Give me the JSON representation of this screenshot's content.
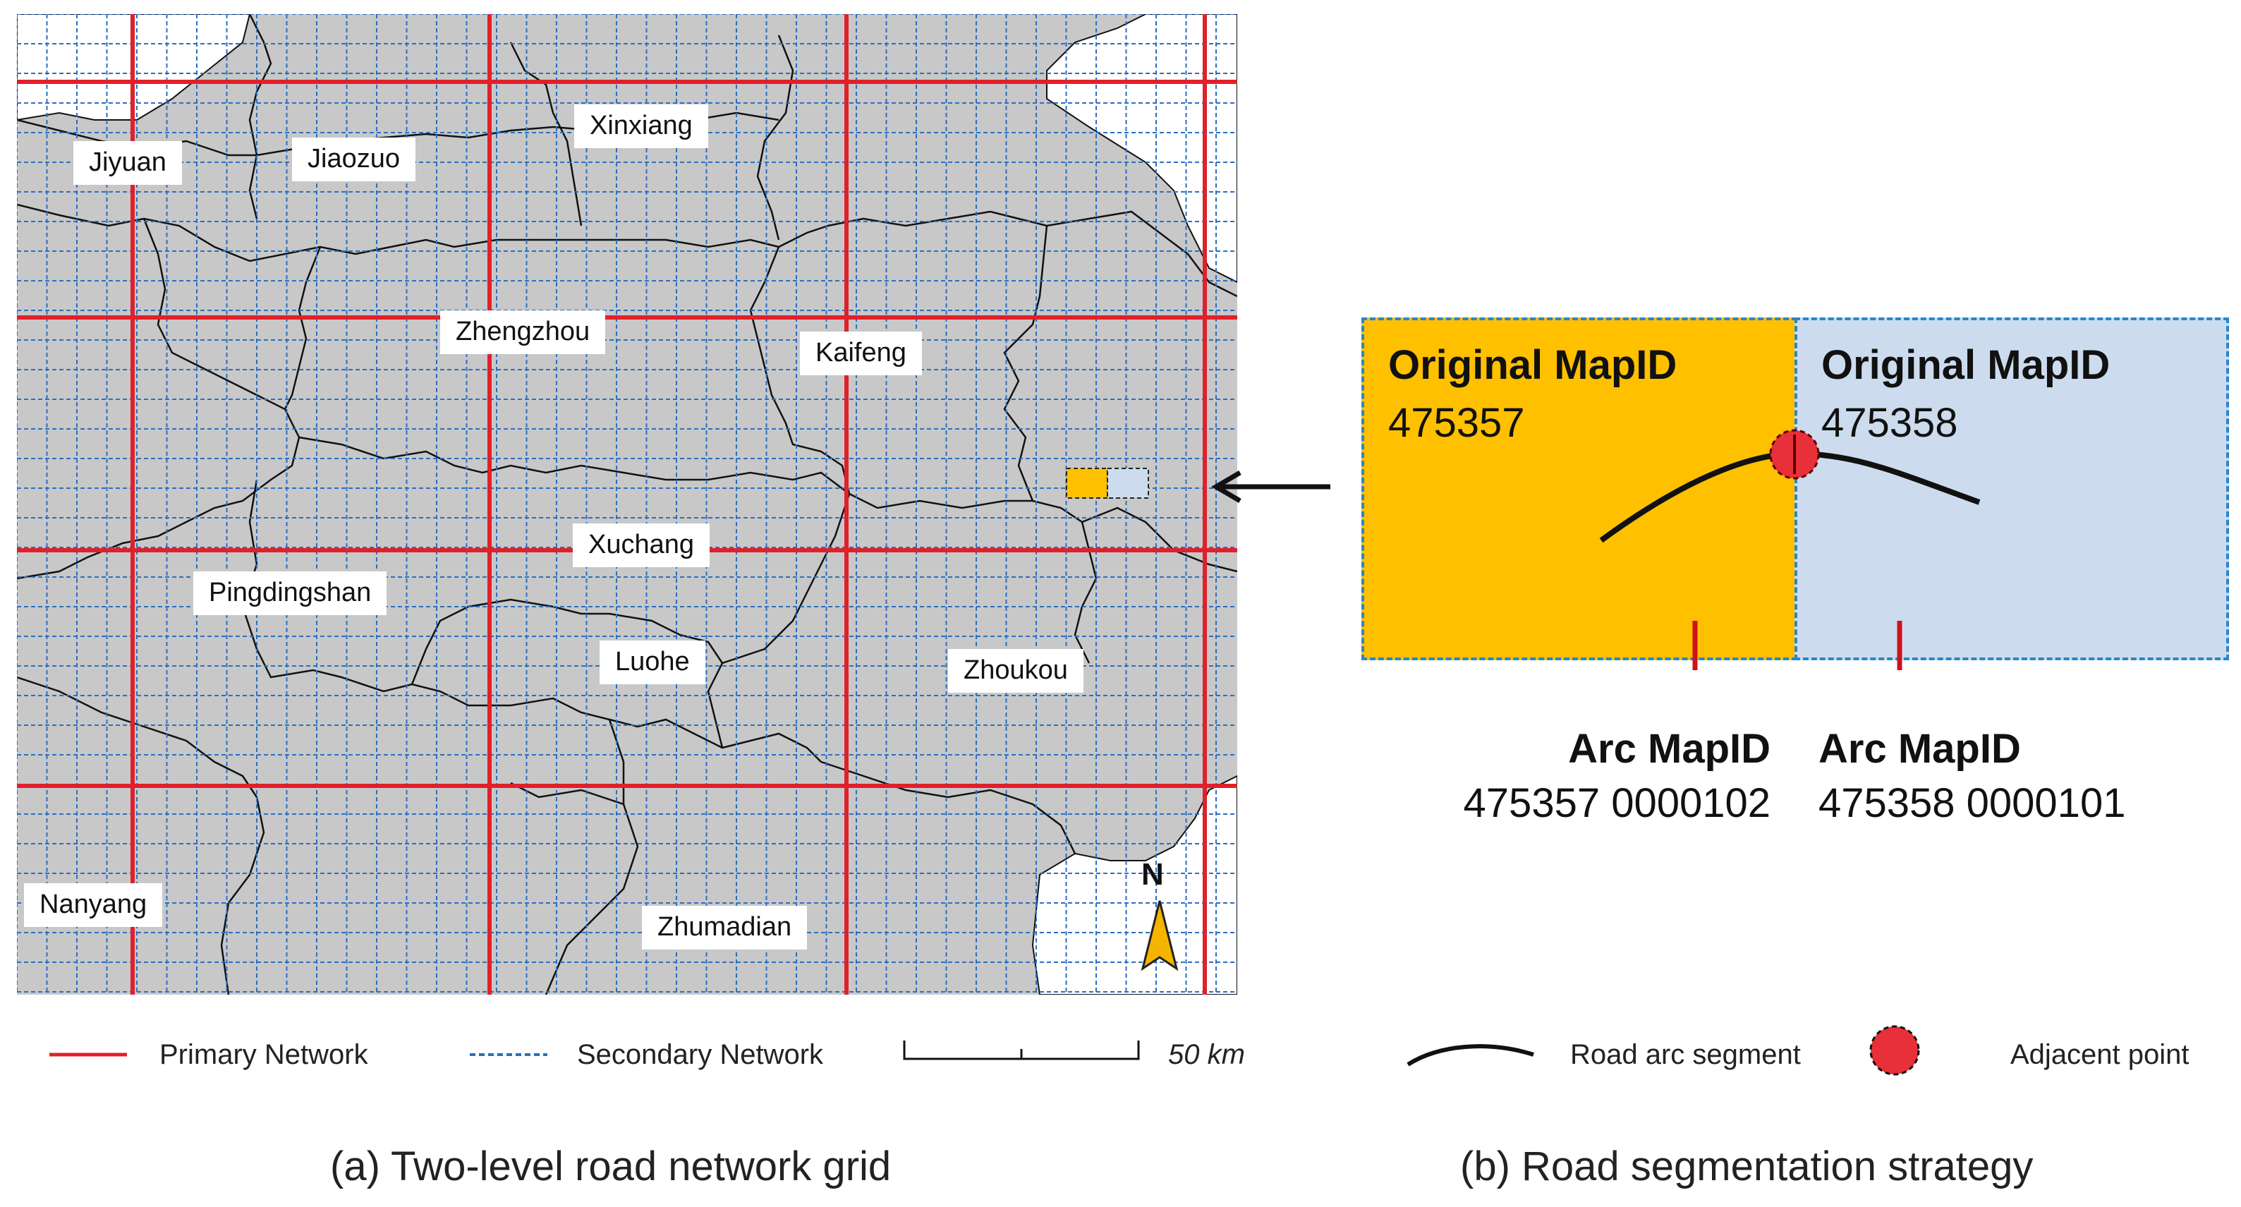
{
  "map": {
    "cities": [
      "Jiyuan",
      "Jiaozuo",
      "Xinxiang",
      "Zhengzhou",
      "Kaifeng",
      "Xuchang",
      "Pingdingshan",
      "Luohe",
      "Zhoukou",
      "Nanyang",
      "Zhumadian"
    ],
    "north_label": "N"
  },
  "strategy": {
    "left_cell": {
      "title": "Original MapID",
      "id": "475357",
      "color": "#ffc000"
    },
    "right_cell": {
      "title": "Original MapID",
      "id": "475358",
      "color": "#ccdcee"
    },
    "left_arc": {
      "title": "Arc MapID",
      "value": "475357 0000102"
    },
    "right_arc": {
      "title": "Arc MapID",
      "value": "475358 0000101"
    }
  },
  "legend": {
    "primary": "Primary Network",
    "secondary": "Secondary Network",
    "scale": "50 km",
    "road_arc": "Road arc segment",
    "adjacent_point": "Adjacent point"
  },
  "captions": {
    "left": "(a) Two-level road network grid",
    "right": "(b) Road segmentation strategy"
  },
  "colors": {
    "primary_grid": "#e0202a",
    "secondary_grid": "#2a6fc0",
    "map_fill": "#c8c8c8",
    "adjacent_point": "#e8303a"
  }
}
